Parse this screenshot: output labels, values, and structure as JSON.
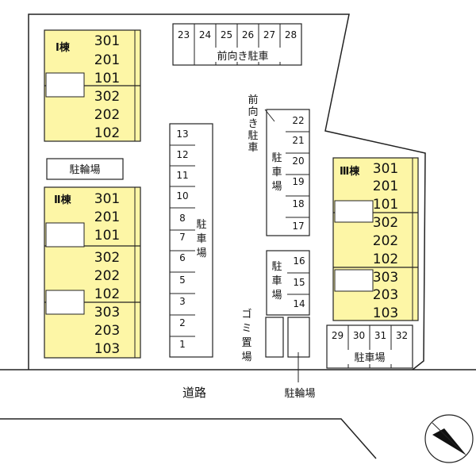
{
  "buildings": {
    "I": {
      "name": "Ⅰ棟",
      "units": [
        "301",
        "201",
        "101",
        "302",
        "202",
        "102"
      ]
    },
    "II": {
      "name": "Ⅱ棟",
      "units": [
        "301",
        "201",
        "101",
        "302",
        "202",
        "102",
        "303",
        "203",
        "103"
      ]
    },
    "III": {
      "name": "Ⅲ棟",
      "units": [
        "301",
        "201",
        "101",
        "302",
        "202",
        "102",
        "303",
        "203",
        "103"
      ]
    }
  },
  "parking": {
    "top_front": {
      "label": "前向き駐車",
      "spaces": [
        "23",
        "24",
        "25",
        "26",
        "27",
        "28"
      ]
    },
    "center": {
      "label_chars": [
        "駐",
        "車",
        "場"
      ],
      "spaces": [
        "13",
        "12",
        "11",
        "10",
        "8",
        "7",
        "6",
        "5",
        "3",
        "2",
        "1"
      ]
    },
    "right_upper": {
      "label_chars": [
        "駐",
        "車",
        "場"
      ],
      "note_chars": [
        "前",
        "向",
        "き",
        "駐",
        "車"
      ],
      "spaces": [
        "22",
        "21",
        "20",
        "19",
        "18",
        "17"
      ]
    },
    "right_lower": {
      "label_chars": [
        "駐",
        "車",
        "場"
      ],
      "spaces": [
        "16",
        "15",
        "14"
      ]
    },
    "bottom_right": {
      "label": "駐車場",
      "spaces": [
        "29",
        "30",
        "31",
        "32"
      ]
    }
  },
  "bicycle_parking_left": "駐輪場",
  "bicycle_parking_bottom": "駐輪場",
  "garbage_chars": [
    "ゴ",
    "ミ",
    "置",
    "場"
  ],
  "road_label": "道路",
  "colors": {
    "building_fill": "#fdf6a6",
    "line": "#222222",
    "background": "#ffffff"
  },
  "compass_icon": "north-arrow-icon"
}
